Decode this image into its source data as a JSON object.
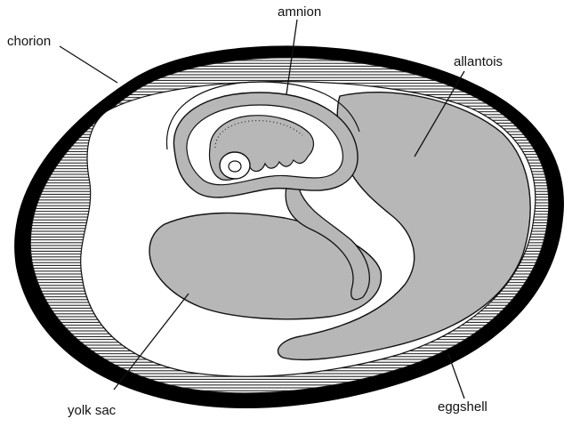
{
  "labels": {
    "chorion": "chorion",
    "amnion": "amnion",
    "allantois": "allantois",
    "yolk_sac": "yolk sac",
    "eggshell": "eggshell"
  },
  "colors": {
    "shell": "#000000",
    "fill_gray": "#b7b7b7",
    "line": "#111111",
    "background": "#ffffff"
  }
}
